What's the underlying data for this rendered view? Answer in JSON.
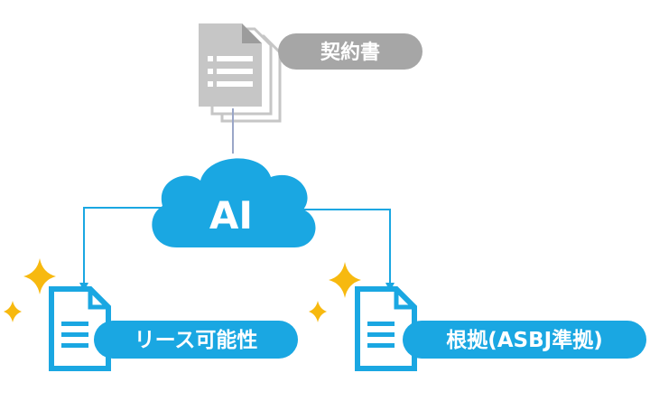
{
  "colors": {
    "gray_doc": "#c6c6c6",
    "gray_doc_dark": "#9c9c9c",
    "gray_pill": "#a6a6a6",
    "cloud_blue": "#1aa7e2",
    "line_blue": "#1aa7e2",
    "connector_gray": "#9aa6c8",
    "sparkle_yellow": "#f7b90f",
    "white": "#ffffff"
  },
  "icons": {
    "contract_docs": "stacked-documents-icon",
    "cloud": "cloud-icon",
    "lease_doc": "document-icon",
    "basis_doc": "document-icon",
    "sparkle": "sparkle-icon"
  },
  "nodes": {
    "contract": {
      "label": "契約書"
    },
    "ai": {
      "label": "AI"
    },
    "lease": {
      "label": "リース可能性"
    },
    "basis": {
      "label": "根拠(ASBJ準拠)"
    }
  }
}
